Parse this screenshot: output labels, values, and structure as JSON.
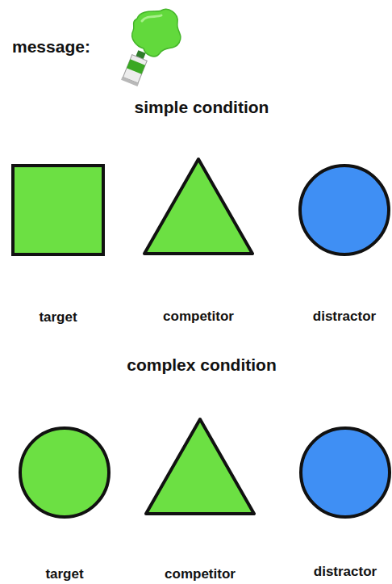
{
  "diagram": {
    "nodes": [
      {
        "text": [
          "target"
        ]
      },
      {
        "text": [
          "competitor"
        ]
      },
      {
        "text": [
          "distractor"
        ]
      },
      {
        "text": [
          "target"
        ]
      },
      {
        "text": [
          "competitor"
        ]
      },
      {
        "text": [
          "distractor"
        ]
      }
    ],
    "edges": [],
    "labels": [
      "message:",
      "simple condition",
      "complex condition"
    ]
  }
}
